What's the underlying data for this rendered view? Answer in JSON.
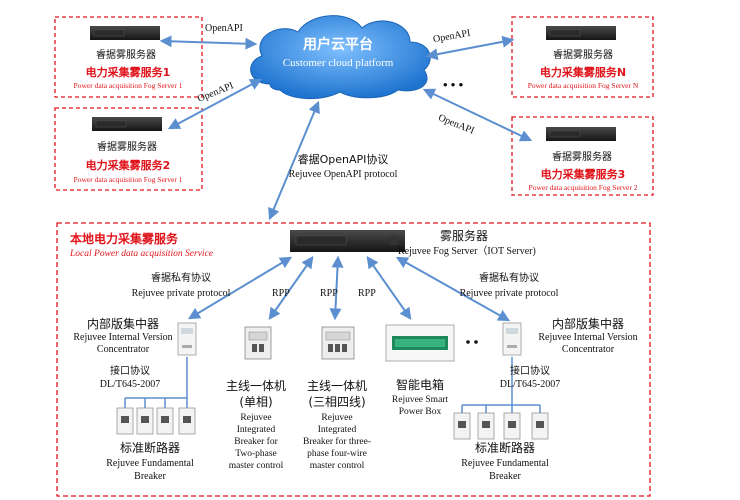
{
  "cloud": {
    "title_zh": "用户云平台",
    "title_en": "Customer cloud platform"
  },
  "api_labels": {
    "openapi": "OpenAPI"
  },
  "ellipsis": "• • •",
  "ellipsis_small": "• •",
  "fog_servers": [
    {
      "device_zh": "睿据雾服务器",
      "name_zh": "电力采集雾服务1",
      "name_en": "Power data acquisition Fog Server 1"
    },
    {
      "device_zh": "睿据雾服务器",
      "name_zh": "电力采集雾服务2",
      "name_en": "Power data acquisition Fog Server 1"
    },
    {
      "device_zh": "睿据雾服务器",
      "name_zh": "电力采集雾服务N",
      "name_en": "Power data acquisition Fog Server N"
    },
    {
      "device_zh": "睿据雾服务器",
      "name_zh": "电力采集雾服务3",
      "name_en": "Power data acquisition Fog Server 2"
    }
  ],
  "openapi_protocol": {
    "zh": "睿据OpenAPI协议",
    "en": "Rejuvee OpenAPI protocol"
  },
  "local": {
    "title_zh": "本地电力采集雾服务",
    "title_en": "Local Power data acquisition Service"
  },
  "local_fog_server": {
    "zh": "雾服务器",
    "en": "Rejuvee Fog Server（IOT Server)"
  },
  "private_protocol": {
    "zh": "睿据私有协议",
    "en": "Rejuvee private protocol"
  },
  "rpp": "RPP",
  "concentrator": {
    "zh": "内部版集中器",
    "en1": "Rejuvee Internal Version",
    "en2": "Concentrator"
  },
  "interface_protocol": {
    "zh": "接口协议",
    "en": "DL/T645-2007"
  },
  "breaker": {
    "zh": "标准断路器",
    "en1": "Rejuvee Fundamental",
    "en2": "Breaker"
  },
  "integrated_single": {
    "zh1": "主线一体机",
    "zh2": "(单相)",
    "en": [
      "Rejuvee",
      "Integrated",
      "Breaker for",
      "Two-phase",
      "master control"
    ]
  },
  "integrated_three": {
    "zh1": "主线一体机",
    "zh2": "(三相四线)",
    "en": [
      "Rejuvee",
      "Integrated",
      "Breaker for three-",
      "phase four-wire",
      "master control"
    ]
  },
  "smart_box": {
    "zh": "智能电箱",
    "en1": "Rejuvee Smart",
    "en2": "Power Box"
  },
  "colors": {
    "accent_red": "#e0141b",
    "arrow_blue": "#5b8fd0",
    "cloud_blue": "#2f86d8"
  }
}
